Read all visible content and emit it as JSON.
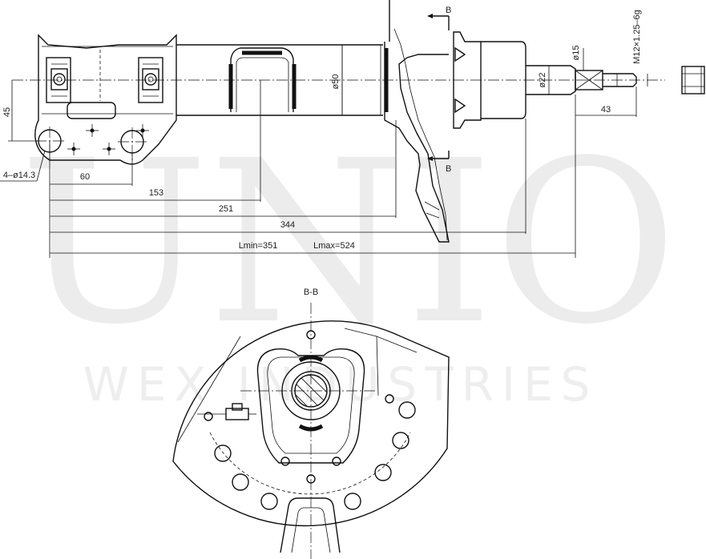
{
  "watermark": {
    "brand": "UNIO",
    "company": "WEX INDUSTRIES"
  },
  "section": {
    "label": "B-B",
    "marker_top": "B",
    "marker_bottom": "B"
  },
  "dimensions": {
    "d_rod_end": "4–ø14.3",
    "d_45": "45",
    "d_60": "60",
    "d_153": "153",
    "d_251": "251",
    "d_344": "344",
    "l_min": "Lmin=351",
    "l_max": "Lmax=524",
    "d_43": "43",
    "tube_dia": "ø50",
    "rod_dia": "ø22",
    "pin_dia": "ø15",
    "thread": "M12×1.25–6g"
  },
  "colors": {
    "line": "#111111",
    "watermark": "#ececec"
  }
}
